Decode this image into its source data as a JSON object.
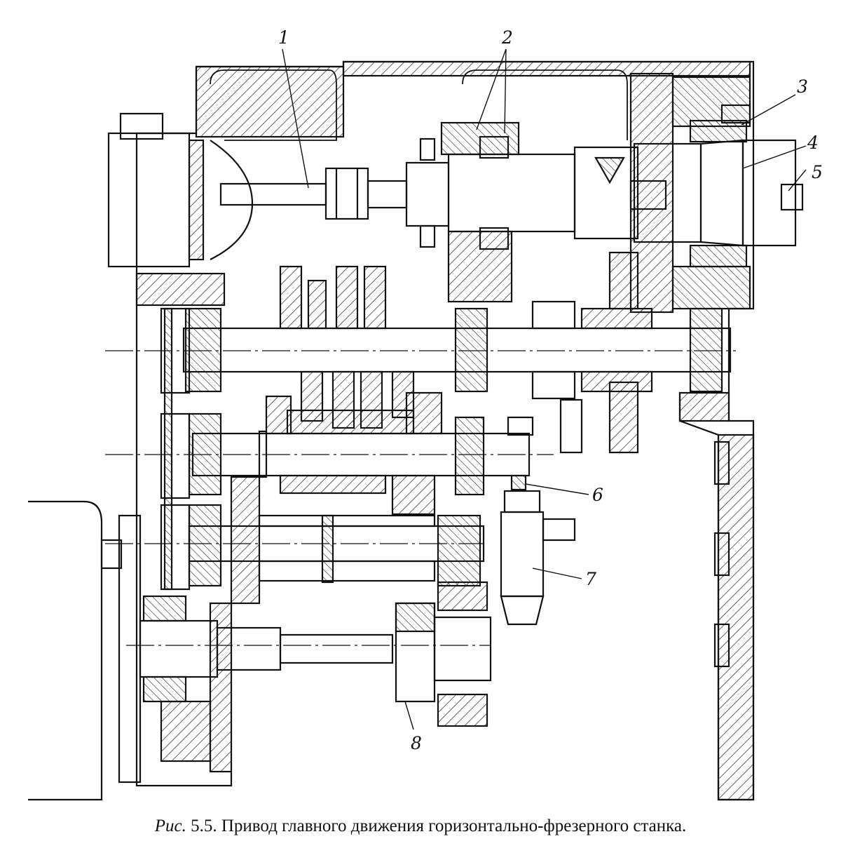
{
  "figure": {
    "caption_prefix": "Рис.",
    "caption_number": "5.5.",
    "caption_text": "Привод главного движения горизонтально-фрезерного станка.",
    "callouts": [
      "1",
      "2",
      "3",
      "4",
      "5",
      "6",
      "7",
      "8"
    ]
  }
}
